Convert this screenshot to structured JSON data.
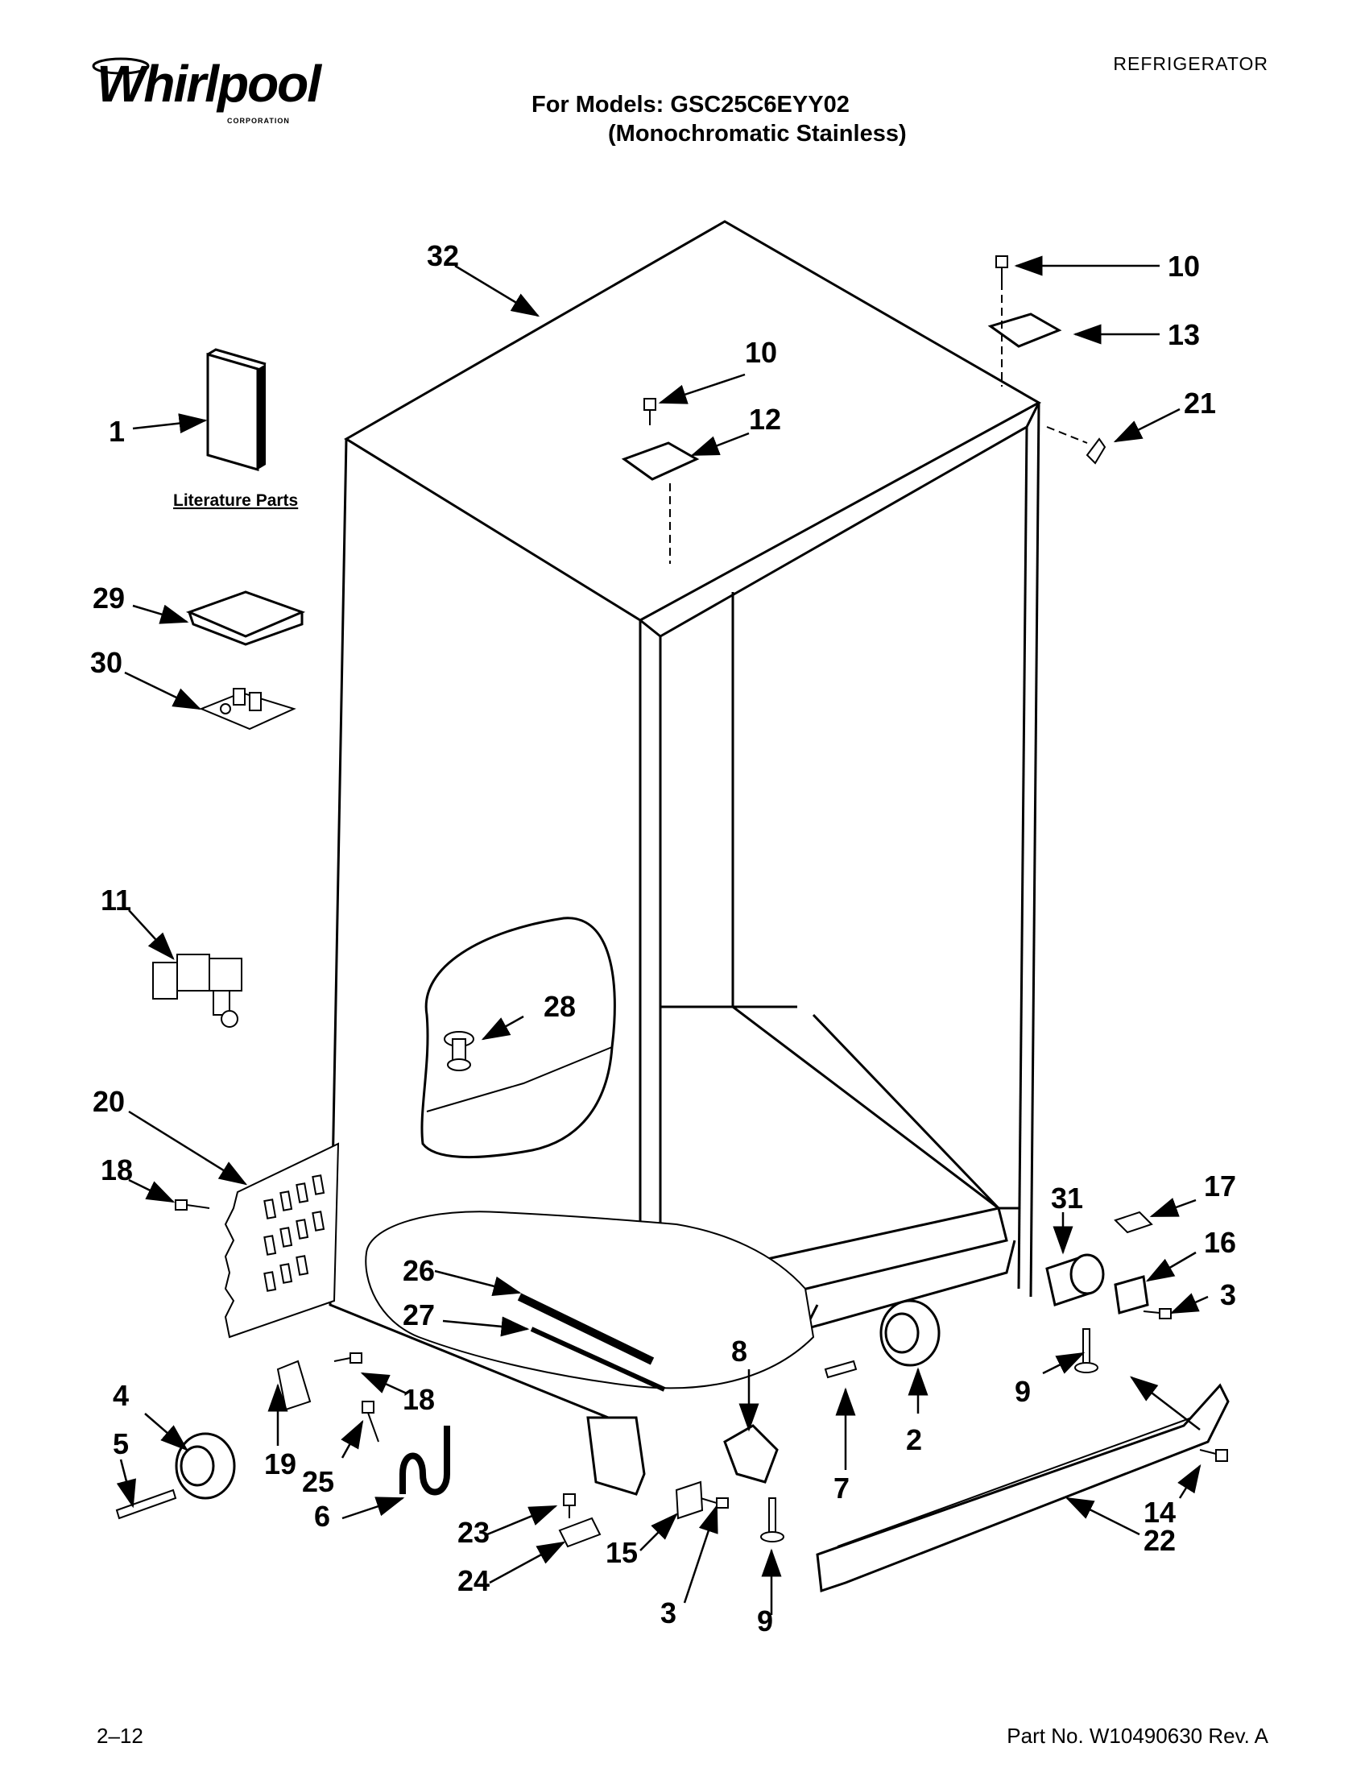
{
  "header": {
    "brand": "Whirlpool",
    "brand_sub": "CORPORATION",
    "category": "REFRIGERATOR",
    "models_line1": "For Models: GSC25C6EYY02",
    "models_line2": "(Monochromatic Stainless)"
  },
  "diagram": {
    "literature_label": "Literature Parts",
    "callouts": [
      "1",
      "2",
      "3",
      "3",
      "4",
      "5",
      "6",
      "7",
      "8",
      "9",
      "9",
      "10",
      "10",
      "11",
      "12",
      "13",
      "14",
      "15",
      "16",
      "17",
      "18",
      "18",
      "19",
      "20",
      "21",
      "22",
      "23",
      "24",
      "25",
      "26",
      "27",
      "28",
      "29",
      "30",
      "31",
      "32"
    ]
  },
  "footer": {
    "page": "2–12",
    "part_no": "Part No. W10490630 Rev. A"
  }
}
